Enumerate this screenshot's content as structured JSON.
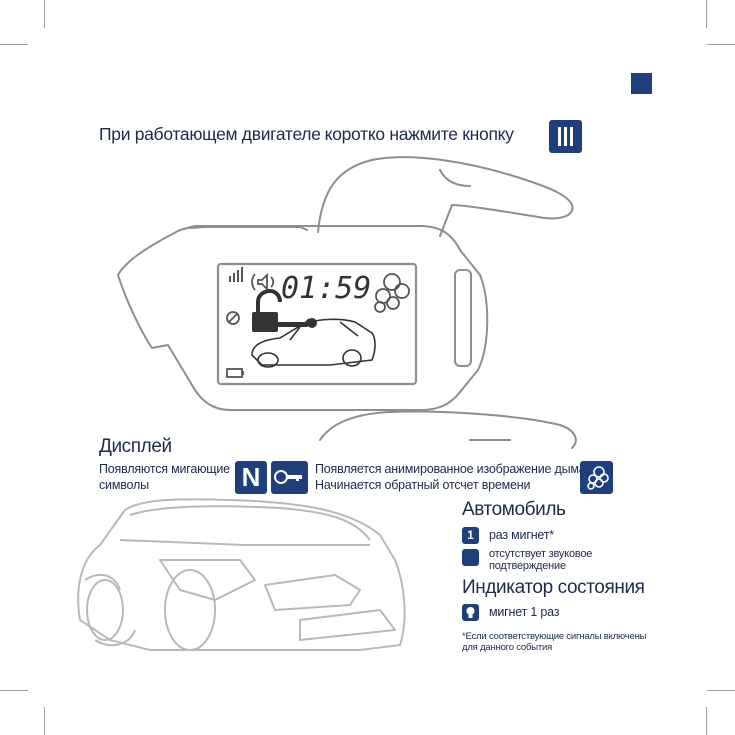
{
  "colors": {
    "accent": "#1e3f7a",
    "line": "#8a8f96",
    "text": "#1d2a4a"
  },
  "instruction": {
    "part1": "При работающем двигателе",
    "part2": "коротко нажмите кнопку",
    "button_icon": "three-bars-button-icon"
  },
  "lcd": {
    "time": "01:59",
    "icons": [
      "signal-icon",
      "speaker-icon",
      "unlocked-padlock-icon",
      "key-icon",
      "smoke-icon",
      "no-entry-icon",
      "battery-icon",
      "car-icon"
    ]
  },
  "display_section": {
    "title": "Дисплей",
    "blinking_line1": "Появляются мигающие",
    "blinking_line2": "символы",
    "n_symbol": "N",
    "smoke_line1": "Появляется анимированное изображение дыма",
    "smoke_line2": "Начинается обратный отсчет времени"
  },
  "car_section": {
    "title": "Автомобиль",
    "count_badge": "1",
    "blink_text": "раз мигнет*",
    "no_sound_line1": "отсутствует звуковое",
    "no_sound_line2": "подтверждение"
  },
  "status_section": {
    "title": "Индикатор состояния",
    "led_text": "мигнет 1 раз"
  },
  "footnote": {
    "line1": "*Если соответствующие сигналы включены",
    "line2": "для данного события"
  }
}
